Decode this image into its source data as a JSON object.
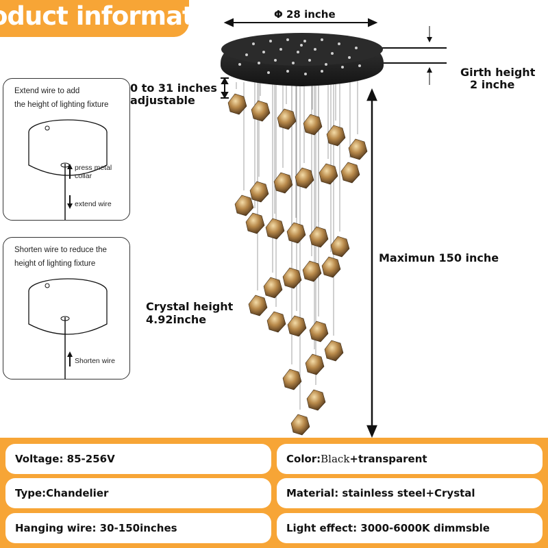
{
  "banner": {
    "title": "oduct information"
  },
  "dimensions": {
    "diameter": "Φ 28 inche",
    "girth_line1": "Girth height",
    "girth_line2": "2 inche",
    "adjust_line1": "0 to 31 inches",
    "adjust_line2": "adjustable",
    "max_height": "Maximun 150 inche",
    "crystal_line1": "Crystal height",
    "crystal_line2": "4.92inche"
  },
  "extend_panel": {
    "line1": "Extend wire to add",
    "line2": "the height of lighting fixture",
    "press_label_1": "press metal",
    "press_label_2": "collar",
    "extend_label": "extend wire"
  },
  "shorten_panel": {
    "line1": "Shorten wire to reduce the",
    "line2": "height of lighting fixture",
    "shorten_label": "Shorten wire"
  },
  "specs": {
    "voltage": "Voltage: 85-256V",
    "color_prefix": "Color:",
    "color_word": "Black",
    "color_suffix": "+transparent",
    "type": "Type:Chandelier",
    "material": "Material: stainless steel+Crystal",
    "wire": "Hanging wire: 30-150inches",
    "light": "Light effect: 3000-6000K dimmsble"
  },
  "colors": {
    "accent": "#f7a536",
    "canopy": "#1c1c1c",
    "crystal": "#b8894a"
  }
}
